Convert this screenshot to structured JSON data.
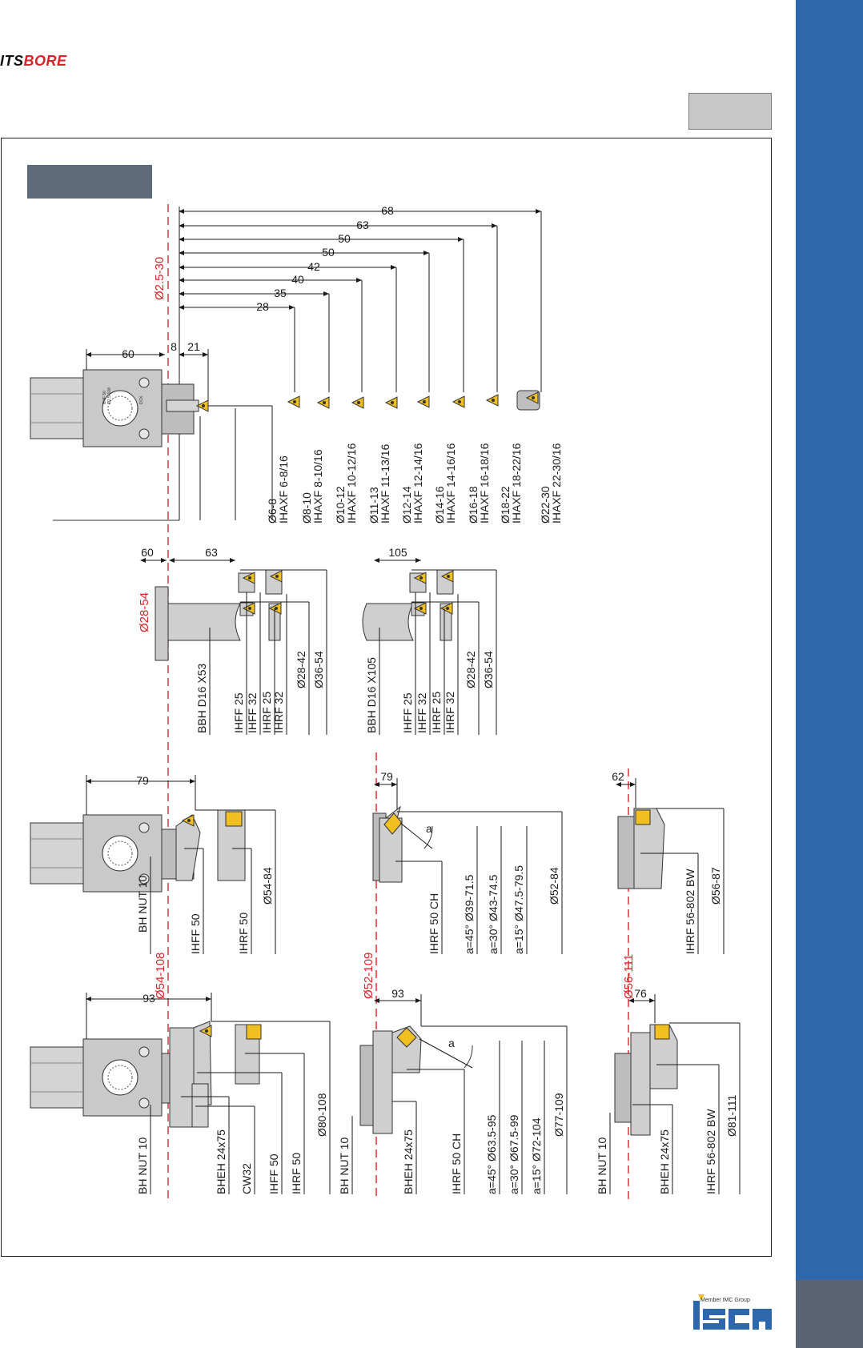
{
  "brand": {
    "prefix": "ITS",
    "suffix": "BORE"
  },
  "footer": {
    "group_tag": "Member IMC Group"
  },
  "colors": {
    "sidebar": "#2f67ad",
    "accent_red": "#d9232a",
    "label_box": "#5f6b7b"
  },
  "section1": {
    "diameter_range": "Ø2.5-30",
    "dims": [
      "68",
      "63",
      "50",
      "50",
      "42",
      "40",
      "35",
      "28"
    ],
    "body_dims": [
      "60",
      "8",
      "21"
    ],
    "items": [
      {
        "dia": "Ø6-8",
        "tool": "IHAXF 6-8/16"
      },
      {
        "dia": "Ø8-10",
        "tool": "IHAXF 8-10/16"
      },
      {
        "dia": "Ø10-12",
        "tool": "IHAXF 10-12/16"
      },
      {
        "dia": "Ø11-13",
        "tool": "IHAXF 11-13/16"
      },
      {
        "dia": "Ø12-14",
        "tool": "IHAXF 12-14/16"
      },
      {
        "dia": "Ø14-16",
        "tool": "IHAXF 14-16/16"
      },
      {
        "dia": "Ø16-18",
        "tool": "IHAXF 16-18/16"
      },
      {
        "dia": "Ø18-22",
        "tool": "IHAXF 18-22/16"
      },
      {
        "dia": "Ø22-30",
        "tool": "IHAXF 22-30/16"
      }
    ]
  },
  "section2": {
    "diameter_range": "Ø28-54",
    "left": {
      "dims": [
        "60",
        "63"
      ],
      "bar": "BBH D16 X53",
      "tools": [
        "IHFF 25",
        "IHFF 32",
        "IHRF 25",
        "IHRF 32"
      ],
      "dias": [
        "Ø28-42",
        "Ø36-54"
      ]
    },
    "right": {
      "dims": [
        "105"
      ],
      "bar": "BBH D16 X105",
      "tools": [
        "IHFF 25",
        "IHFF 32",
        "IHRF 25",
        "IHRF 32"
      ],
      "dias": [
        "Ø28-42",
        "Ø36-54"
      ]
    }
  },
  "section3": {
    "a": {
      "range": "Ø54-108",
      "dim": "79",
      "labels": [
        "BH NUT 10",
        "IHFF 50",
        "IHRF 50",
        "Ø54-84"
      ]
    },
    "b": {
      "range": "Ø52-109",
      "dim": "79",
      "angle": "a",
      "labels": [
        "IHRF 50 CH",
        "a=45°  Ø39-71.5",
        "a=30°  Ø43-74.5",
        "a=15°  Ø47.5-79.5",
        "Ø52-84"
      ]
    },
    "c": {
      "range": "Ø56-111",
      "dim": "62",
      "labels": [
        "IHRF 56-802 BW",
        "Ø56-87"
      ]
    }
  },
  "section4": {
    "a": {
      "dim": "93",
      "labels": [
        "BH NUT 10",
        "BHEH 24x75",
        "CW32",
        "IHFF 50",
        "IHRF 50",
        "Ø80-108"
      ]
    },
    "b": {
      "dim": "93",
      "angle": "a",
      "labels": [
        "BH NUT 10",
        "BHEH 24x75",
        "IHRF 50 CH",
        "a=45°  Ø63.5-95",
        "a=30°  Ø67.5-99",
        "a=15°  Ø72-104",
        "Ø77-109"
      ]
    },
    "c": {
      "dim": "76",
      "labels": [
        "BH NUT 10",
        "BHEH 24x75",
        "IHRF 56-802 BW",
        "Ø81-111"
      ]
    }
  },
  "head_text": {
    "line1": "BHF 50",
    "line2": "Ø2.5-108",
    "line3": "DCK"
  }
}
